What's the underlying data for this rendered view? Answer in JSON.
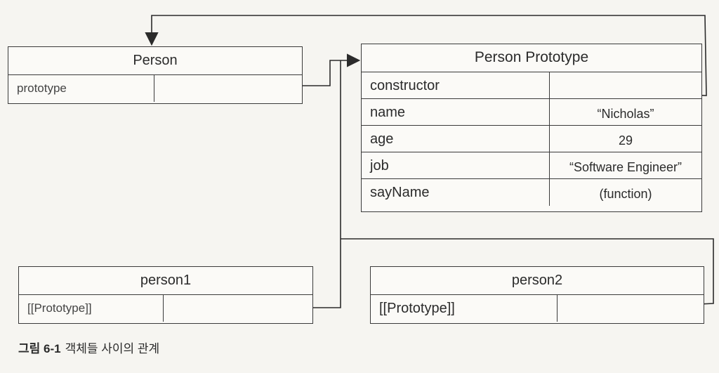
{
  "person": {
    "title": "Person",
    "rows": [
      {
        "key": "prototype",
        "value": ""
      }
    ]
  },
  "person_prototype": {
    "title": "Person Prototype",
    "rows": [
      {
        "key": "constructor",
        "value": ""
      },
      {
        "key": "name",
        "value": "“Nicholas”"
      },
      {
        "key": "age",
        "value": "29"
      },
      {
        "key": "job",
        "value": "“Software Engineer”"
      },
      {
        "key": "sayName",
        "value": "(function)"
      }
    ]
  },
  "person1": {
    "title": "person1",
    "rows": [
      {
        "key": "[[Prototype]]",
        "value": ""
      }
    ]
  },
  "person2": {
    "title": "person2",
    "rows": [
      {
        "key": "[[Prototype]]",
        "value": ""
      }
    ]
  },
  "caption": {
    "label": "그림 6-1",
    "text": "객체들 사이의 관계"
  },
  "colors": {
    "line": "#2b2b2b",
    "background": "#f6f5f1"
  }
}
